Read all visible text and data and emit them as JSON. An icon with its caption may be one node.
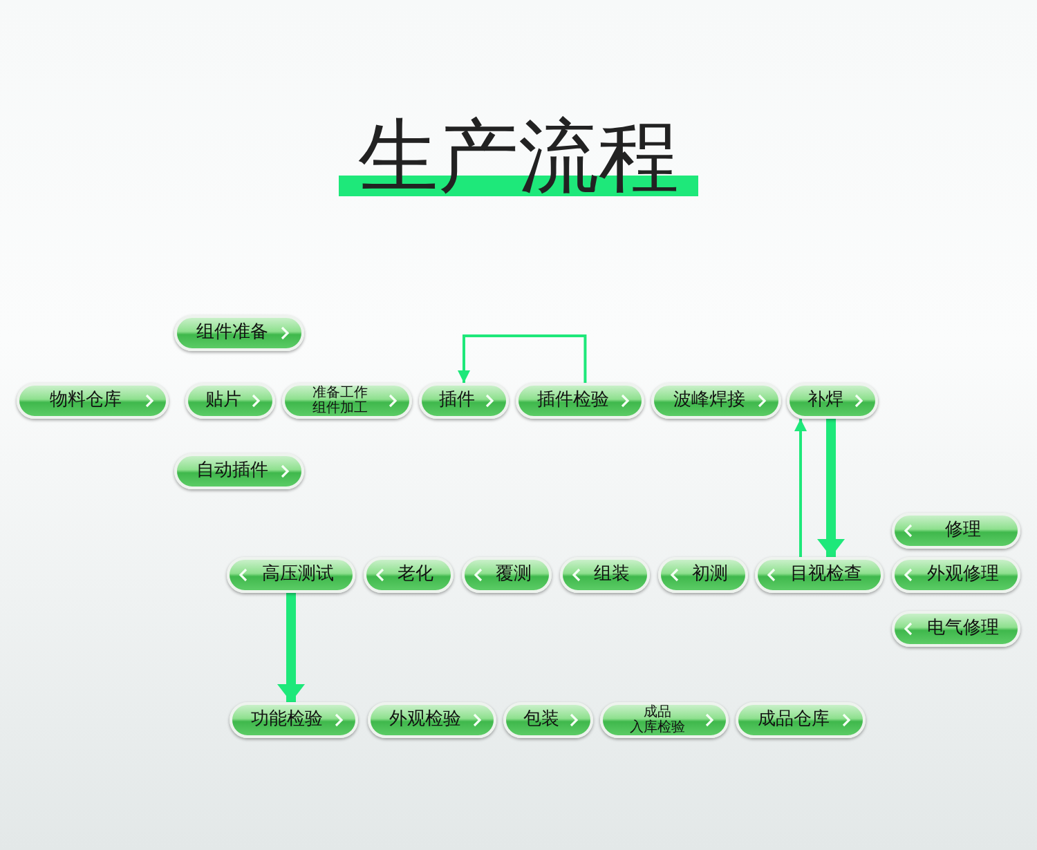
{
  "diagram": {
    "title": "生产流程",
    "nodes": [
      {
        "text": [
          "组件准备"
        ]
      },
      {
        "text": [
          "物料仓库"
        ]
      },
      {
        "text": [
          "贴片"
        ]
      },
      {
        "text": [
          "准备工作",
          "组件加工"
        ]
      },
      {
        "text": [
          "插件"
        ]
      },
      {
        "text": [
          "插件检验"
        ]
      },
      {
        "text": [
          "波峰焊接"
        ]
      },
      {
        "text": [
          "补焊"
        ]
      },
      {
        "text": [
          "自动插件"
        ]
      },
      {
        "text": [
          "修理"
        ]
      },
      {
        "text": [
          "高压测试"
        ]
      },
      {
        "text": [
          "老化"
        ]
      },
      {
        "text": [
          "覆测"
        ]
      },
      {
        "text": [
          "组装"
        ]
      },
      {
        "text": [
          "初测"
        ]
      },
      {
        "text": [
          "目视检查"
        ]
      },
      {
        "text": [
          "外观修理"
        ]
      },
      {
        "text": [
          "电气修理"
        ]
      },
      {
        "text": [
          "功能检验"
        ]
      },
      {
        "text": [
          "外观检验"
        ]
      },
      {
        "text": [
          "包装"
        ]
      },
      {
        "text": [
          "成品",
          "入库检验"
        ]
      },
      {
        "text": [
          "成品仓库"
        ]
      }
    ],
    "edges": [
      {
        "from": 5,
        "to": 4,
        "arrow": "to"
      },
      {
        "from": 15,
        "to": 7,
        "arrow": "to"
      },
      {
        "from": 7,
        "to": 15,
        "arrow": "to",
        "style": "thick"
      },
      {
        "from": 10,
        "to": 18,
        "arrow": "to",
        "style": "thick"
      }
    ]
  }
}
